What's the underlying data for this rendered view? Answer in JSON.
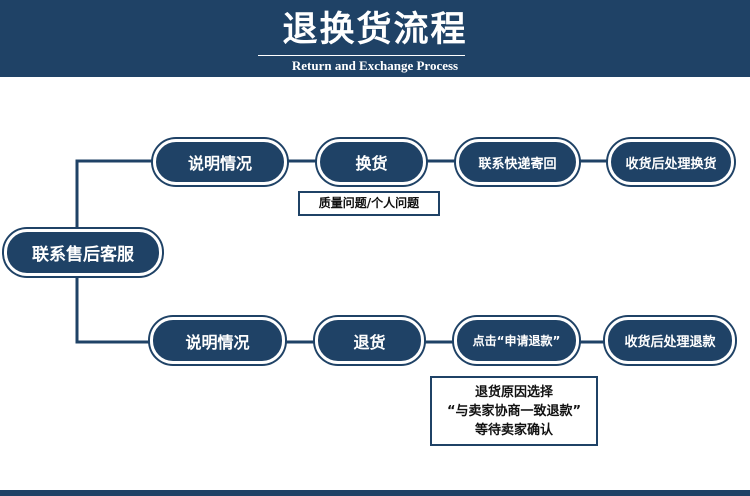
{
  "header": {
    "title": "退换货流程",
    "subtitle": "Return and Exchange Process"
  },
  "diagram": {
    "root": "联系售后客服",
    "exchange": {
      "steps": [
        "说明情况",
        "换货",
        "联系快递寄回",
        "收货后处理换货"
      ],
      "note": "质量问题/个人问题"
    },
    "return": {
      "steps": [
        "说明情况",
        "退货",
        "点击“申请退款”",
        "收货后处理退款"
      ],
      "note_lines": [
        "退货原因选择",
        "“与卖家协商一致退款”",
        "等待卖家确认"
      ]
    }
  },
  "colors": {
    "primary": "#1f4266",
    "background": "#ffffff",
    "note_text": "#111111"
  }
}
